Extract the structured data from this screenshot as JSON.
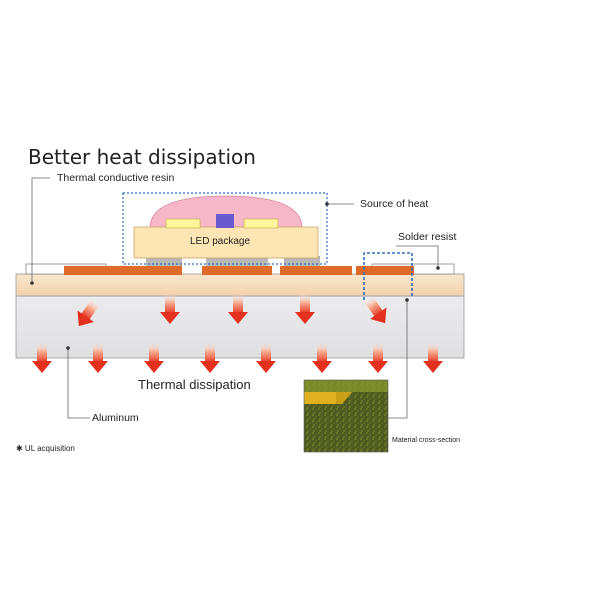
{
  "title": "Better heat dissipation",
  "labels": {
    "thermal_resin": "Thermal conductive resin",
    "source_of_heat": "Source of heat",
    "solder_resist": "Solder resist",
    "led_package": "LED package",
    "thermal_dissipation": "Thermal dissipation",
    "aluminum": "Aluminum",
    "ul_acquisition": "✱ UL acquisition",
    "material_cross_section": "Material cross-section"
  },
  "colors": {
    "resin_layer": "#f5dcbc",
    "aluminum_layer": "#e6e6e8",
    "copper": "#e06a2a",
    "led_package": "#fde6b4",
    "dome": "#f6b8c8",
    "chip": "#6a5acd",
    "heat_arrow": "#e8402a",
    "dotted_box": "#2f6fbf"
  }
}
